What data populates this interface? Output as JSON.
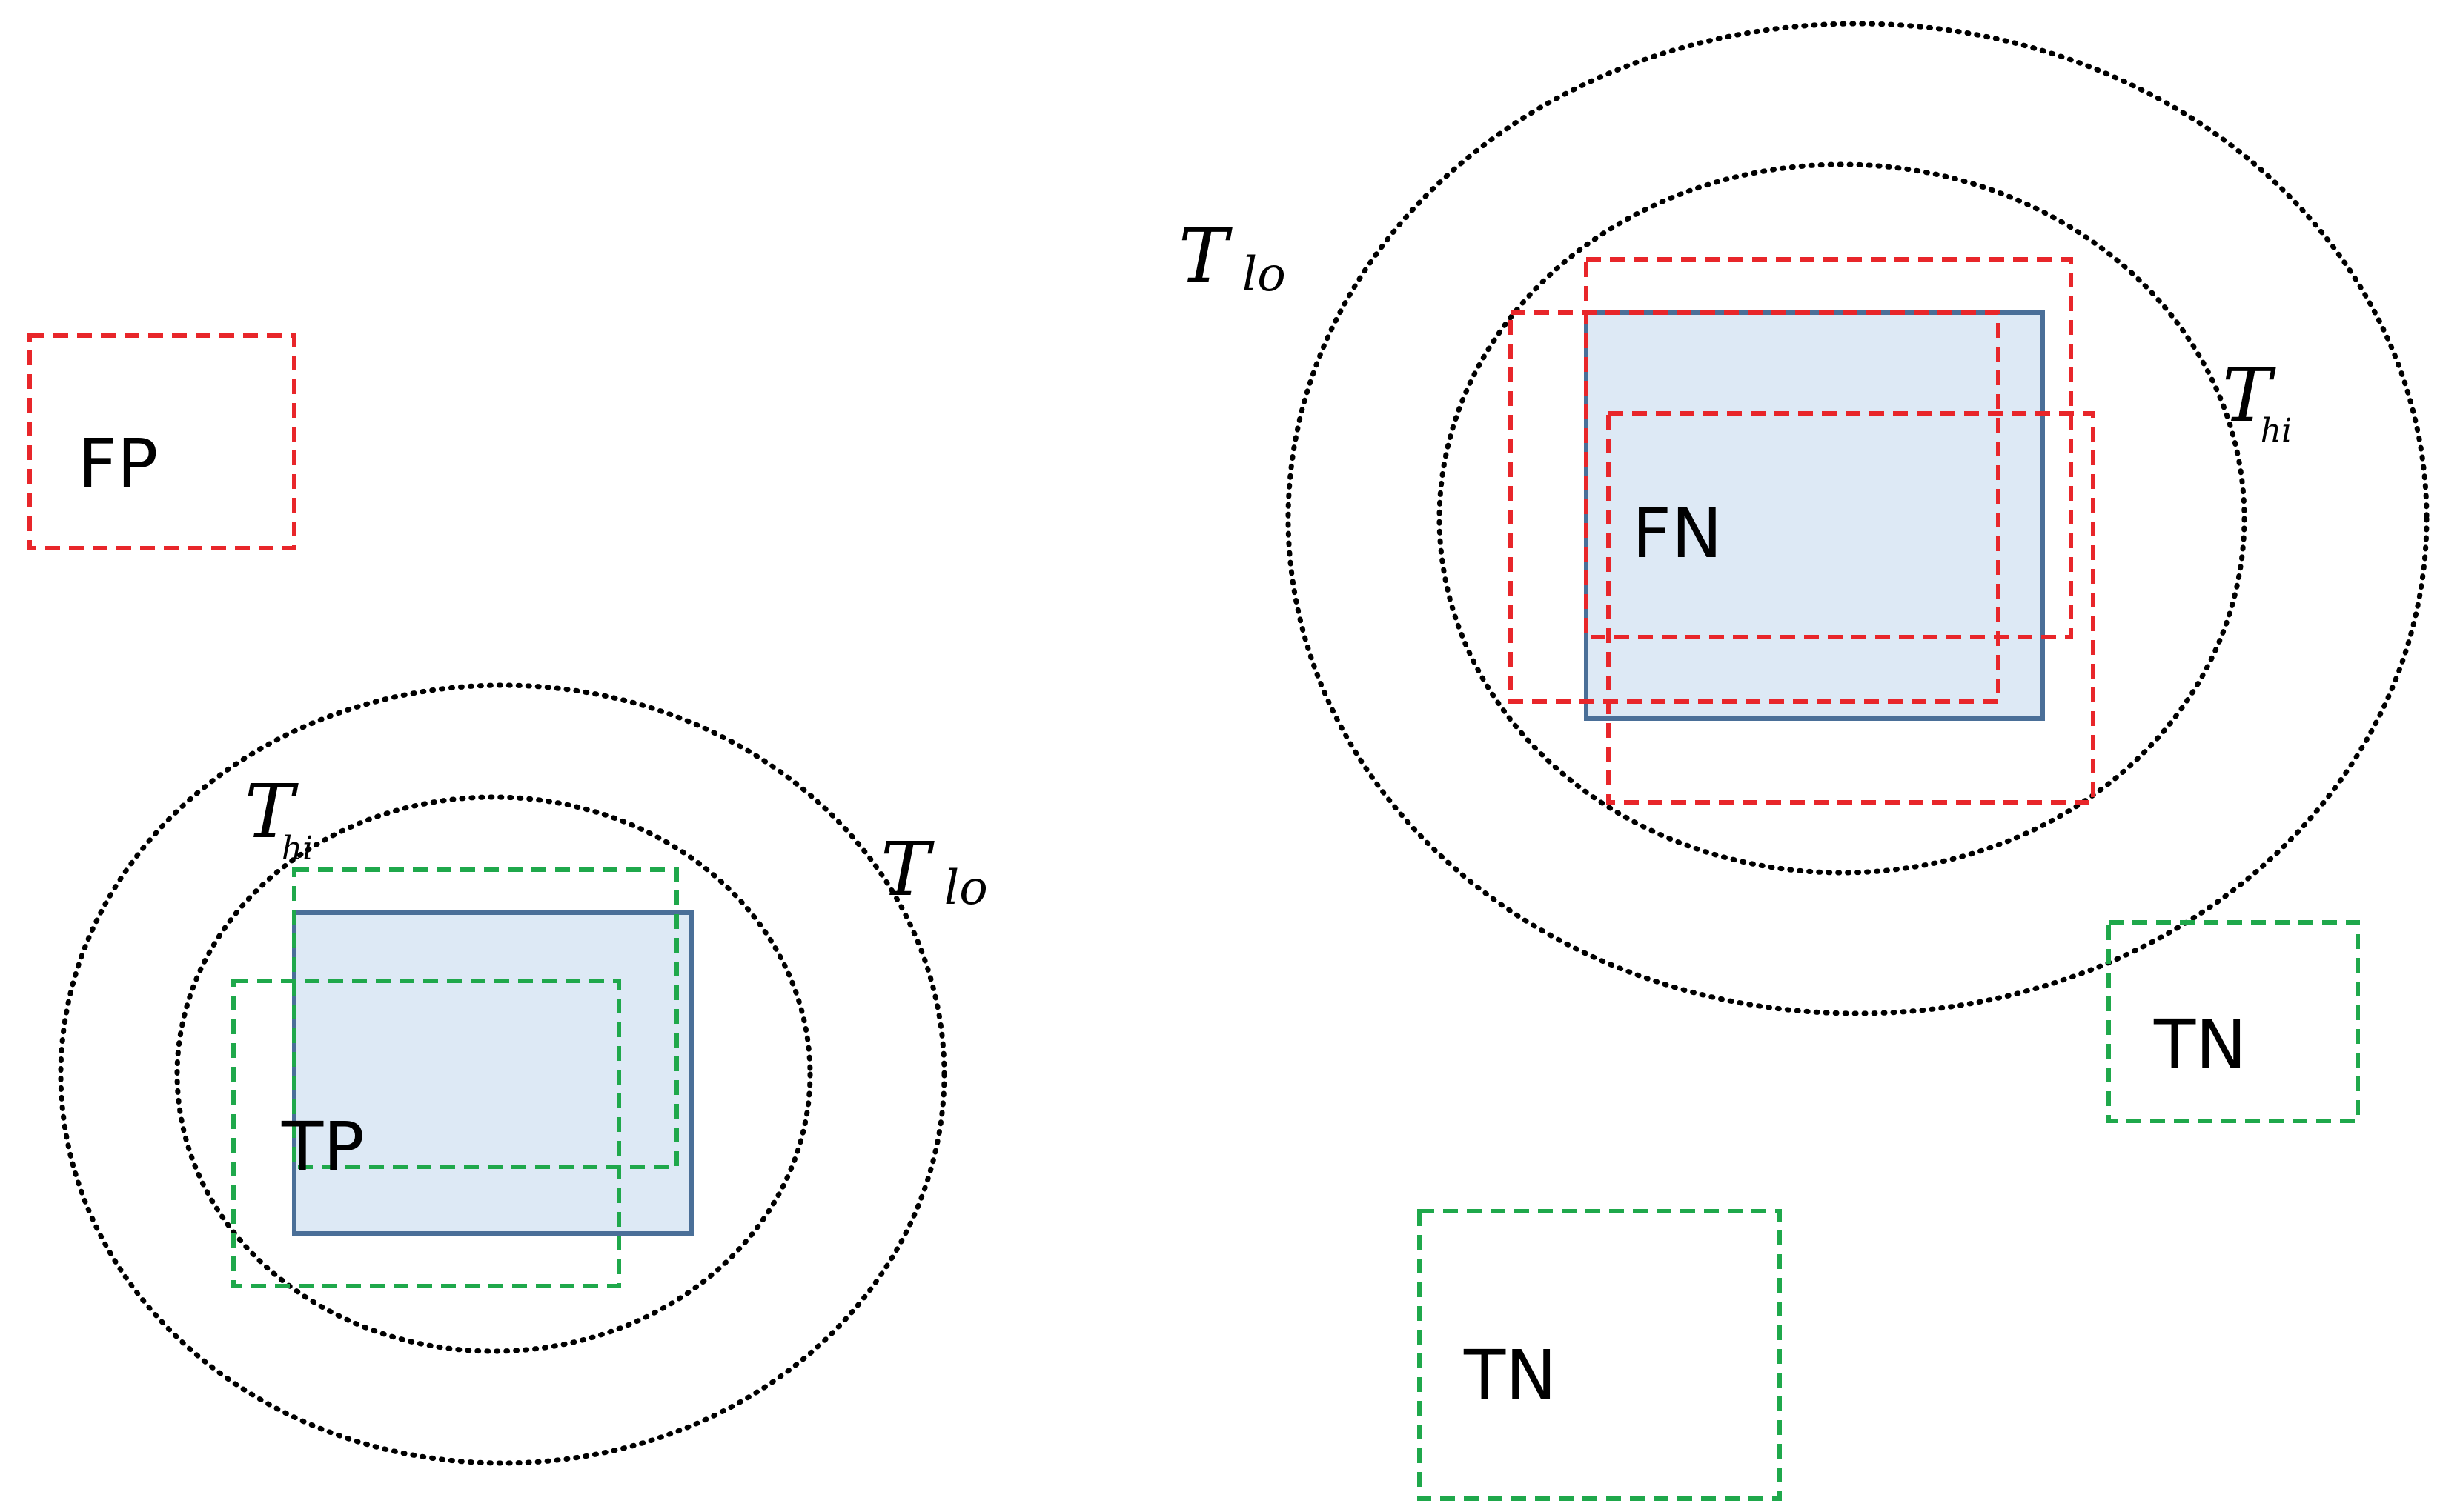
{
  "labels": {
    "fp": "FP",
    "tp": "TP",
    "fn": "FN",
    "tn_right": "TN",
    "tn_bottom": "TN"
  },
  "thresholds": {
    "letter": "T",
    "hi": "hi",
    "lo": "lo"
  },
  "colors": {
    "false_box": "#e8262a",
    "true_box": "#1fa84b",
    "ground_truth_fill": "#dde9f5",
    "ground_truth_stroke": "#4a6f98",
    "threshold_circle": "#000000"
  }
}
